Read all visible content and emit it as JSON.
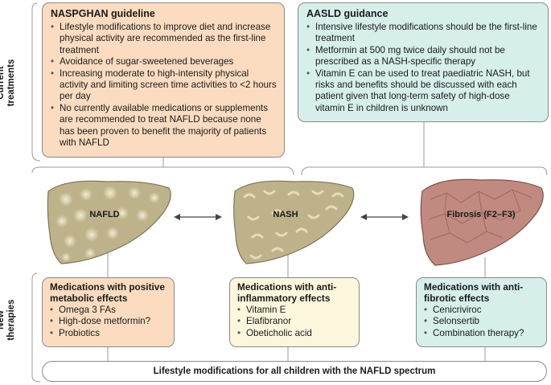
{
  "labels": {
    "current_treatments": [
      "Current",
      "treatments"
    ],
    "new_therapies": [
      "New",
      "therapies"
    ]
  },
  "naspghan": {
    "title": "NASPGHAN guideline",
    "items": [
      "Lifestyle modifications to improve diet and increase physical activity are recommended as the first-line treatment",
      "Avoidance of sugar-sweetened beverages",
      "Increasing moderate to high-intensity physical activity and limiting screen time activities to <2 hours per day",
      "No currently available medications or supplements are recommended to treat NAFLD because none has been proven to benefit the majority of patients with NAFLD"
    ]
  },
  "aasld": {
    "title": "AASLD guidance",
    "items": [
      "Intensive lifestyle modifications should be the first-line treatment",
      "Metformin at 500 mg twice daily should not be prescribed as a NASH-specific therapy",
      "Vitamin E can be used to treat paediatric NASH, but risks and benefits should be discussed with each patient given that long-term safety of high-dose vitamin E in children is unknown"
    ]
  },
  "stages": {
    "nafld": "NAFLD",
    "nash": "NASH",
    "fibrosis": "Fibrosis (F2–F3)"
  },
  "metabolic": {
    "title": "Medications with positive metabolic effects",
    "items": [
      "Omega 3 FAs",
      "High-dose metformin?",
      "Probiotics"
    ]
  },
  "antiinflammatory": {
    "title": "Medications with anti-inflammatory effects",
    "items": [
      "Vitamin E",
      "Elafibranor",
      "Obeticholic acid"
    ]
  },
  "antifibrotic": {
    "title": "Medications with anti-fibrotic effects",
    "items": [
      "Cenicriviroc",
      "Selonsertib",
      "Combination therapy?"
    ]
  },
  "lifestyle": "Lifestyle modifications for all children with the NAFLD spectrum",
  "colors": {
    "orange_box": "#fbdcc0",
    "teal_box": "#d6efea",
    "yellow_box": "#fcf7dc",
    "liver_healthy_fatty": "#bdb28a",
    "liver_fibrosis": "#c08a80"
  }
}
